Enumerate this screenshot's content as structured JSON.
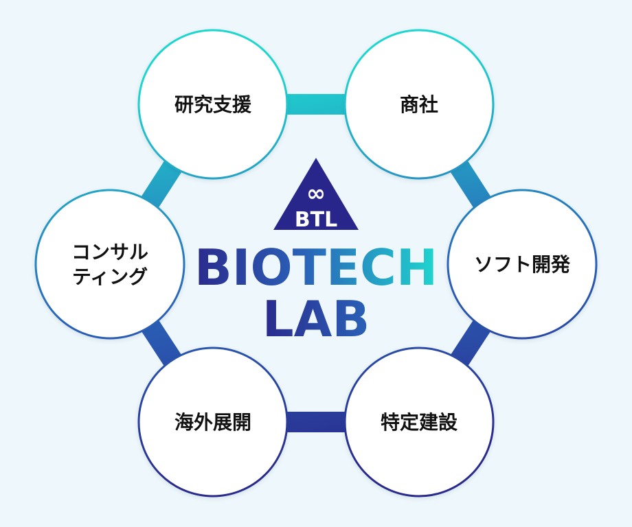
{
  "logo": {
    "symbol": "∞",
    "letters": "BTL"
  },
  "center_title": {
    "line1": "BIOTECH",
    "line2": "LAB"
  },
  "nodes": [
    {
      "id": "research-support",
      "lines": [
        "研究支援"
      ]
    },
    {
      "id": "trading",
      "lines": [
        "商社"
      ]
    },
    {
      "id": "software-dev",
      "lines": [
        "ソフト開発"
      ]
    },
    {
      "id": "specified-construction",
      "lines": [
        "特定建設"
      ]
    },
    {
      "id": "overseas-expansion",
      "lines": [
        "海外展開"
      ]
    },
    {
      "id": "consulting",
      "lines": [
        "コンサル",
        "ティング"
      ]
    }
  ],
  "colors": {
    "background": "#eef7fb",
    "teal": "#1fd6cf",
    "blue": "#2a62b8",
    "navy": "#2a2a8c",
    "node_fill": "#ffffff",
    "label": "#111111",
    "logo": "#28268a"
  }
}
